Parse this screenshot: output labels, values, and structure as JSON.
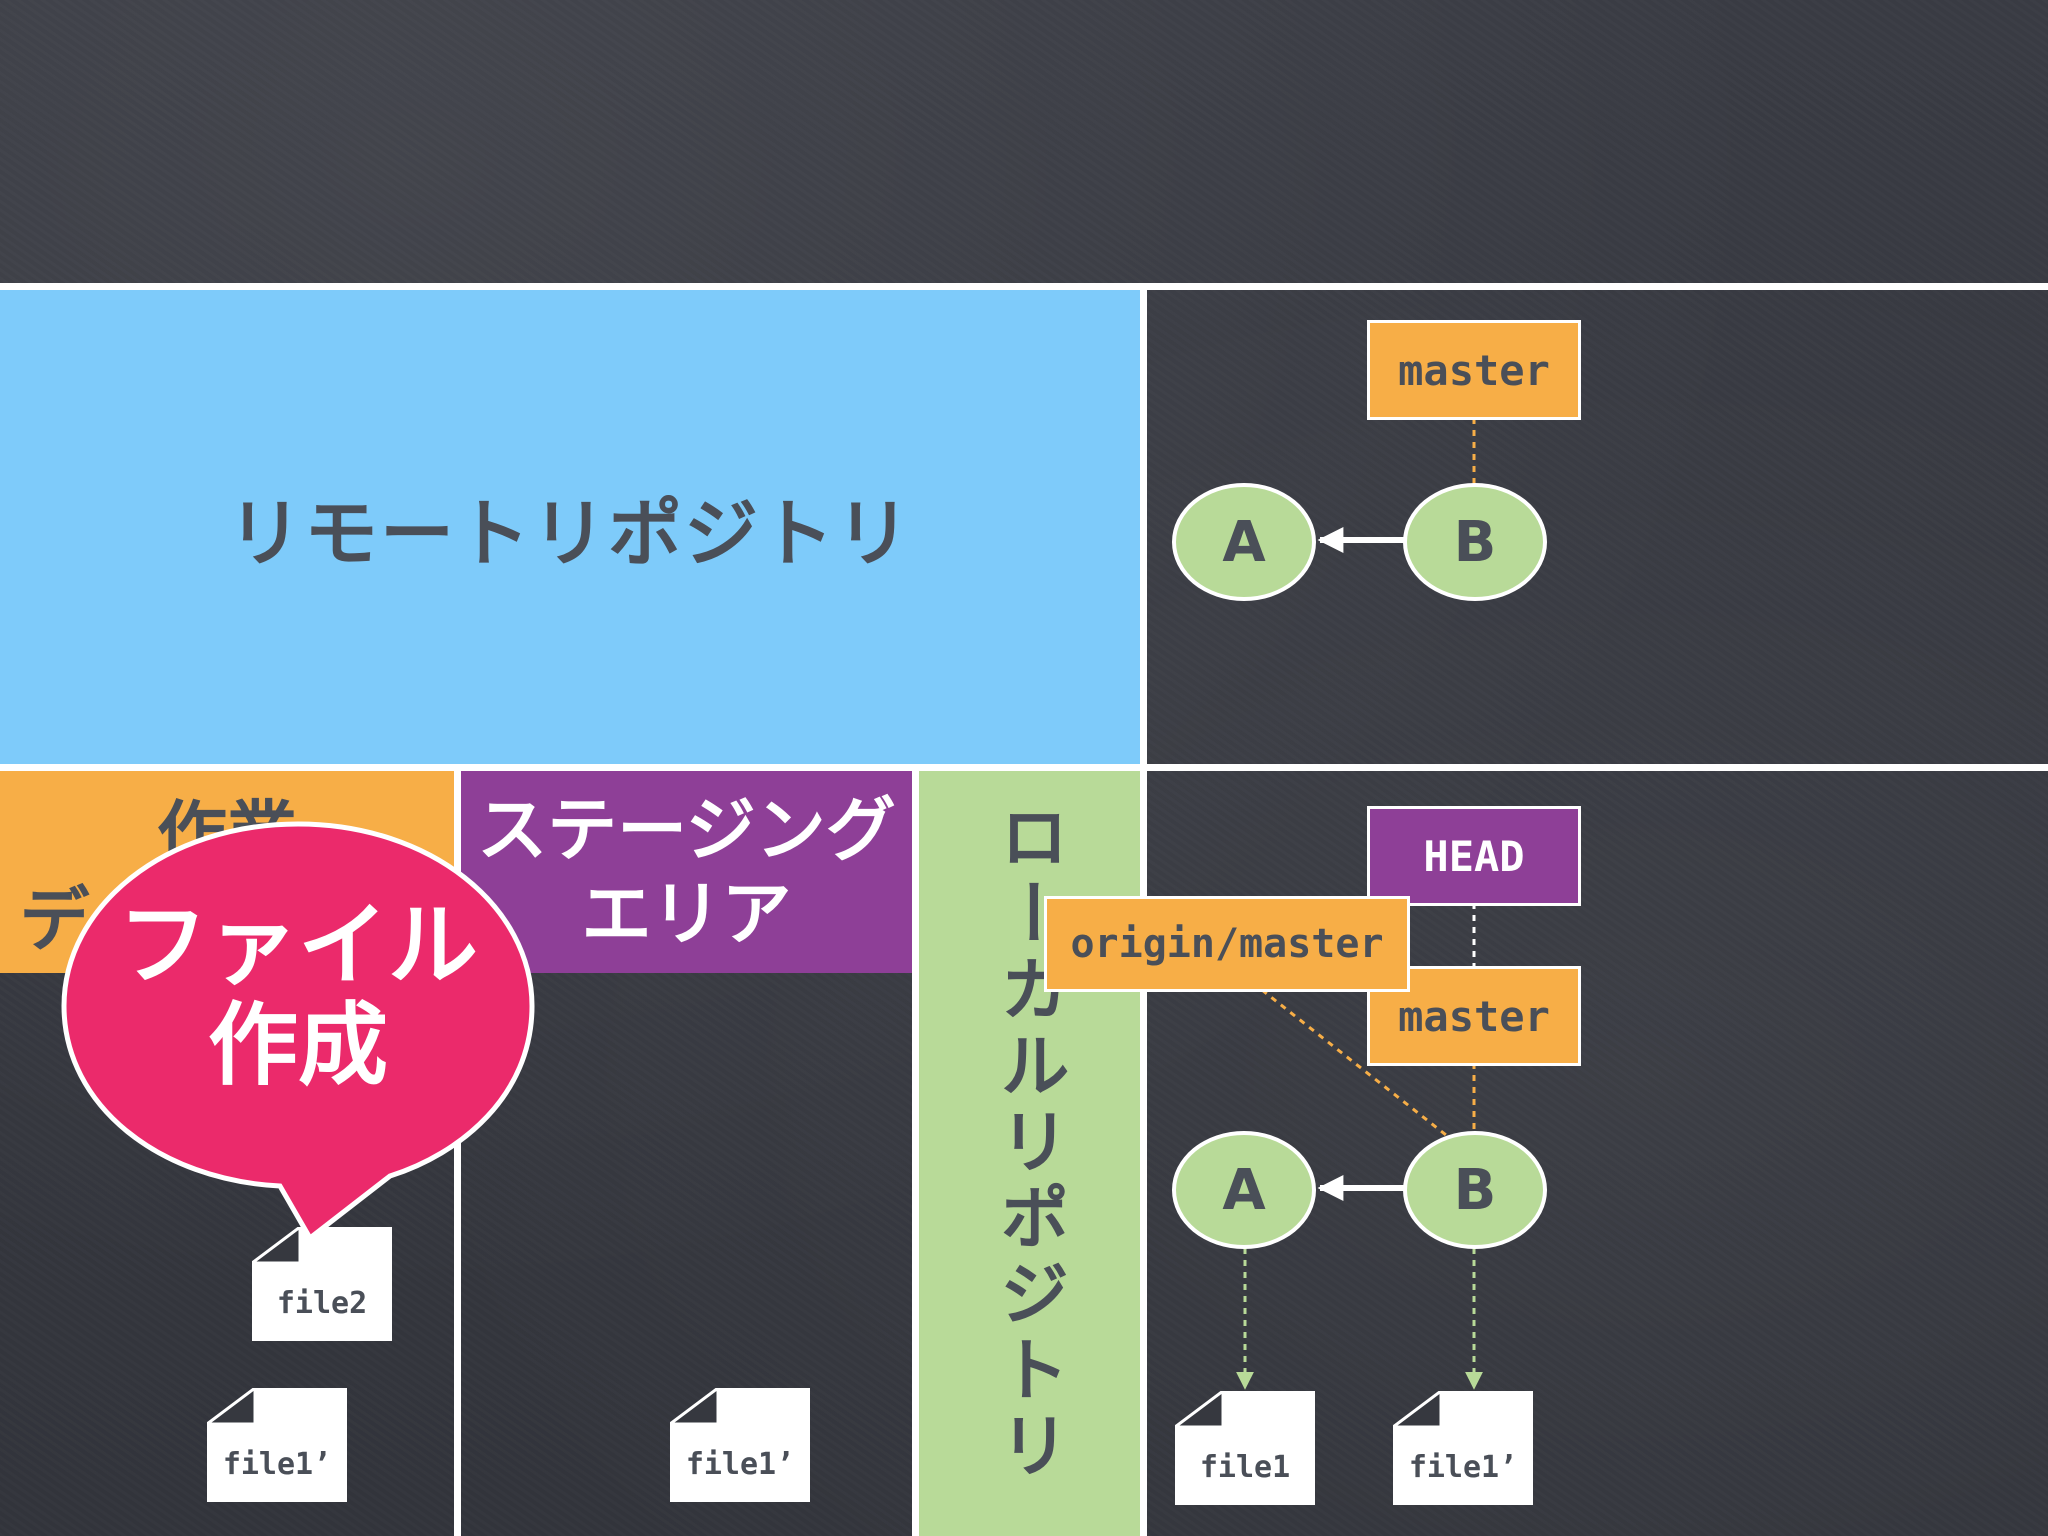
{
  "remote": {
    "title": "リモートリポジトリ"
  },
  "work": {
    "line1": "作業",
    "line2": "ディレクトリ"
  },
  "staging": {
    "line1": "ステージング",
    "line2": "エリア"
  },
  "local": {
    "title": "ローカルリポジトリ"
  },
  "callout": {
    "line1": "ファイル",
    "line2": "作成"
  },
  "remote_graph": {
    "branch": "master",
    "commits": [
      "A",
      "B"
    ]
  },
  "local_graph": {
    "head": "HEAD",
    "origin_branch": "origin/master",
    "branch": "master",
    "commits": [
      "A",
      "B"
    ],
    "files": [
      "file1",
      "file1’"
    ]
  },
  "work_files": [
    "file2",
    "file1’"
  ],
  "staging_files": [
    "file1’"
  ],
  "colors": {
    "remote": "#7ecbfa",
    "work": "#f7ae47",
    "staging": "#8e3f97",
    "local": "#b8da98",
    "callout": "#eb2a6b",
    "board": "#36383f"
  }
}
